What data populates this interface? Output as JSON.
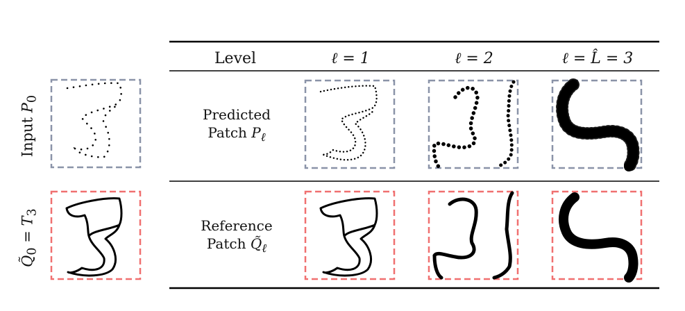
{
  "side_labels": {
    "input": {
      "text": "Input",
      "math": "P",
      "sub": "0"
    },
    "target": {
      "math": "Q̃",
      "sub": "0",
      "eq": " = ",
      "rhs": "T",
      "rhs_sub": "3"
    }
  },
  "table": {
    "header": {
      "level": "Level",
      "col1": "ℓ = 1",
      "col2": "ℓ = 2",
      "col3": "ℓ = L̂ = 3"
    },
    "rows": [
      {
        "line1": "Predicted",
        "line2_text": "Patch ",
        "line2_math": "P",
        "line2_sub": "ℓ"
      },
      {
        "line1": "Reference",
        "line2_text": "Patch ",
        "line2_math": "Q̃",
        "line2_sub": "ℓ"
      }
    ]
  },
  "colors": {
    "gray_box": "#8a93a8",
    "red_box": "#f07070",
    "stroke": "#000000"
  }
}
